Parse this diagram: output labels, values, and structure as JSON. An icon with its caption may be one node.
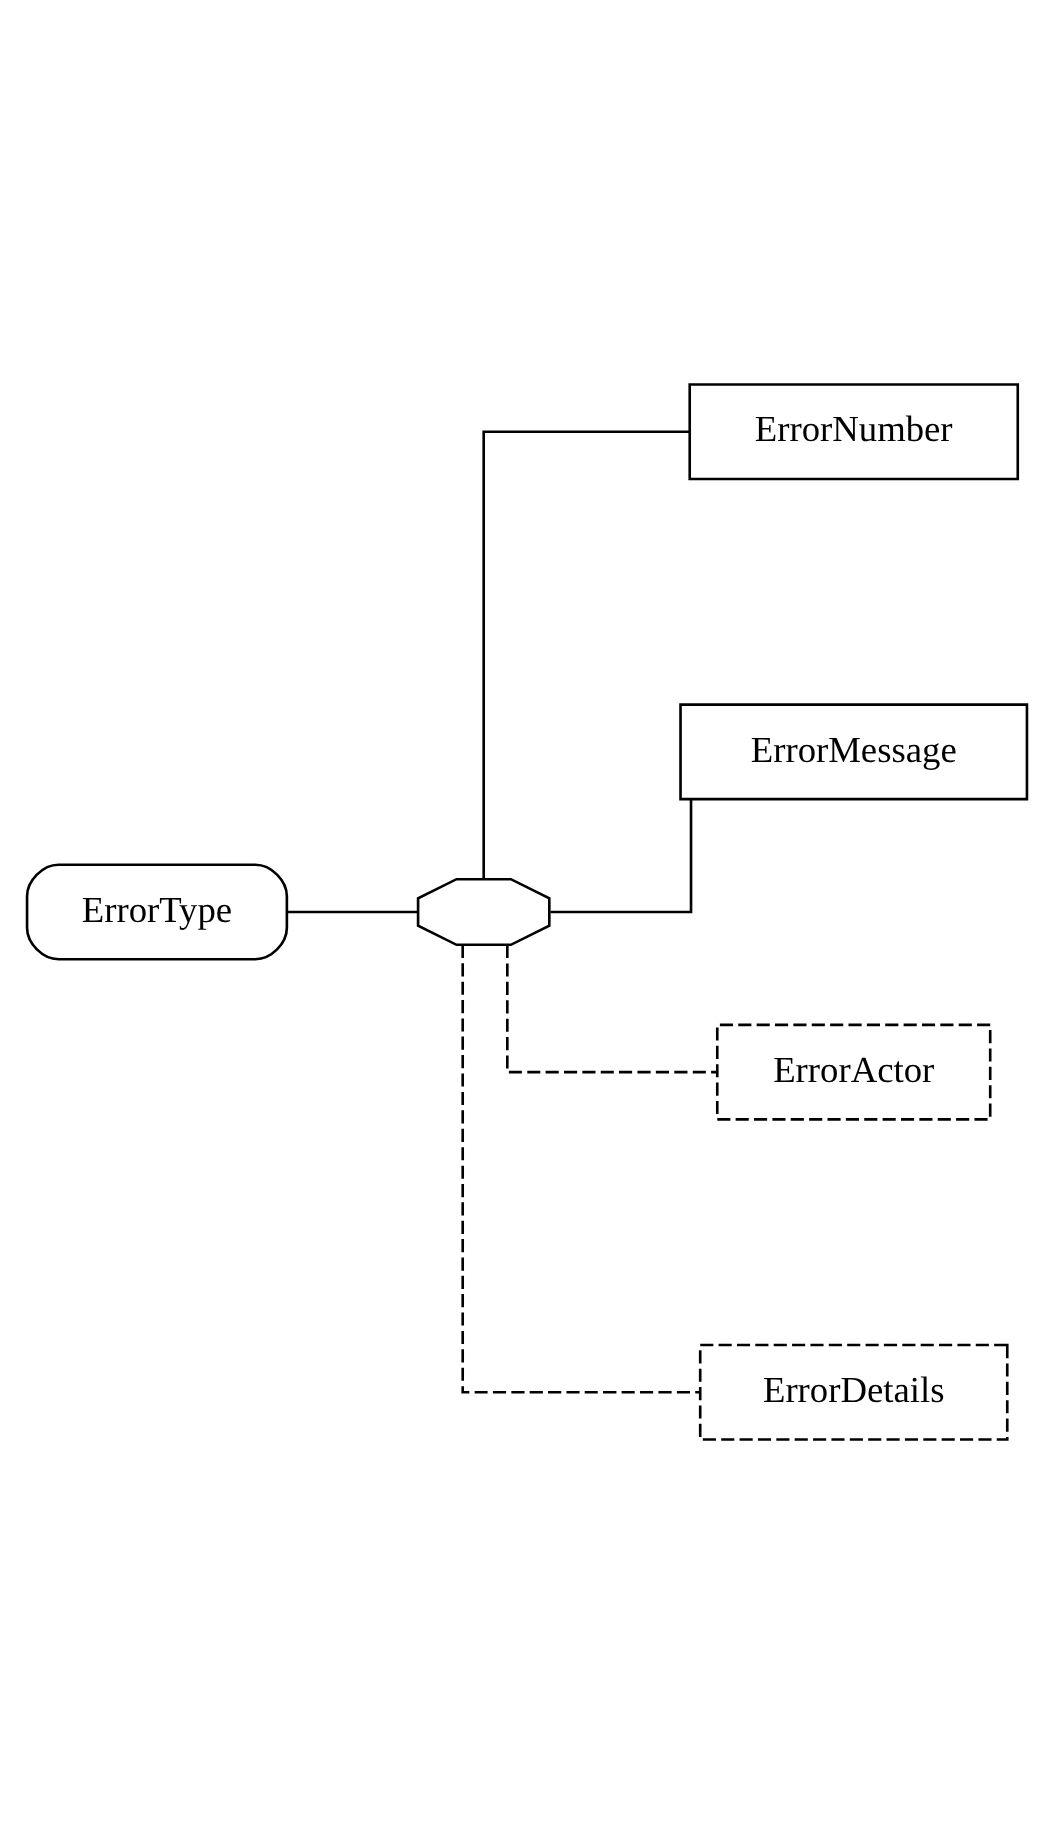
{
  "diagram": {
    "nodes": [
      {
        "text": [
          "ErrorType"
        ]
      },
      {
        "text": [],
        "shape": "octagon"
      },
      {
        "text": [
          "ErrorNumber"
        ]
      },
      {
        "text": [
          "ErrorMessage"
        ]
      },
      {
        "text": [
          "ErrorActor"
        ]
      },
      {
        "text": [
          "ErrorDetails"
        ]
      }
    ],
    "edges": [
      {
        "from": 0,
        "to": 1,
        "arrow": "none"
      },
      {
        "from": 1,
        "to": 2,
        "arrow": "none"
      },
      {
        "from": 1,
        "to": 3,
        "arrow": "none"
      },
      {
        "from": 1,
        "to": 4,
        "arrow": "none",
        "style": "dashed"
      },
      {
        "from": 1,
        "to": 5,
        "arrow": "none",
        "style": "dashed"
      }
    ]
  }
}
